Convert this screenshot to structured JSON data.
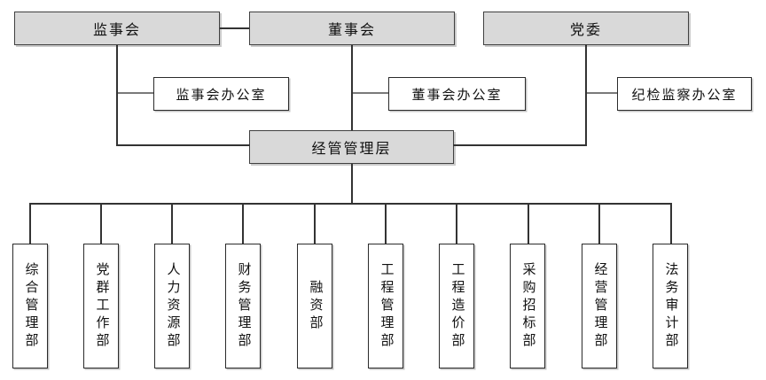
{
  "org": {
    "top": [
      {
        "label": "监事会"
      },
      {
        "label": "董事会"
      },
      {
        "label": "党委"
      }
    ],
    "offices": [
      {
        "label": "监事会办公室"
      },
      {
        "label": "董事会办公室"
      },
      {
        "label": "纪检监察办公室"
      }
    ],
    "management": {
      "label": "经管管理层"
    },
    "departments": [
      {
        "label": "综合管理部"
      },
      {
        "label": "党群工作部"
      },
      {
        "label": "人力资源部"
      },
      {
        "label": "财务管理部"
      },
      {
        "label": "融资部"
      },
      {
        "label": "工程管理部"
      },
      {
        "label": "工程造价部"
      },
      {
        "label": "采购招标部"
      },
      {
        "label": "经营管理部"
      },
      {
        "label": "法务审计部"
      }
    ],
    "colors": {
      "node_fill_primary": "#d9d9d9",
      "node_fill_secondary": "#ffffff",
      "node_border": "#404040",
      "connector_dark": "#333333",
      "connector_light": "#7a7a7a",
      "text": "#111111"
    }
  }
}
